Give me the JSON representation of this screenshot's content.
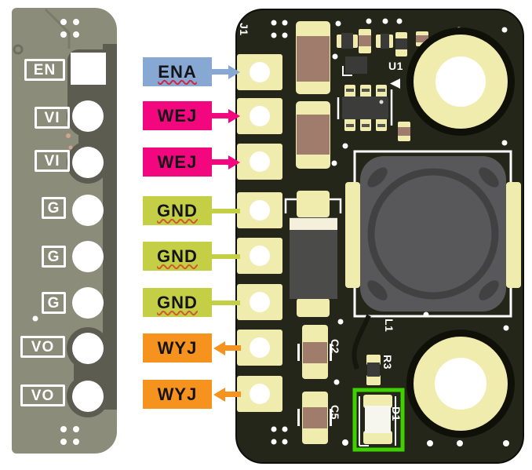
{
  "diagram": {
    "left_module": {
      "pins": [
        {
          "label": "EN",
          "pad": "square"
        },
        {
          "label": "VI",
          "pad": "round"
        },
        {
          "label": "VI",
          "pad": "round"
        },
        {
          "label": "G",
          "pad": "round"
        },
        {
          "label": "G",
          "pad": "round"
        },
        {
          "label": "G",
          "pad": "round"
        },
        {
          "label": "VO",
          "pad": "round"
        },
        {
          "label": "VO",
          "pad": "round"
        }
      ]
    },
    "annotations": [
      {
        "text": "ENA",
        "color": "#86a8d3",
        "connector": "arrow-right",
        "spell_underline": "red"
      },
      {
        "text": "WEJ",
        "color": "#f2077e",
        "connector": "arrow-right",
        "spell_underline": "none"
      },
      {
        "text": "WEJ",
        "color": "#f2077e",
        "connector": "arrow-right",
        "spell_underline": "none"
      },
      {
        "text": "GND",
        "color": "#c4cf46",
        "connector": "line",
        "spell_underline": "orange"
      },
      {
        "text": "GND",
        "color": "#c4cf46",
        "connector": "line",
        "spell_underline": "orange"
      },
      {
        "text": "GND",
        "color": "#c4cf46",
        "connector": "line",
        "spell_underline": "orange"
      },
      {
        "text": "WYJ",
        "color": "#f6921e",
        "connector": "arrow-left",
        "spell_underline": "none"
      },
      {
        "text": "WYJ",
        "color": "#f6921e",
        "connector": "arrow-left",
        "spell_underline": "none"
      }
    ],
    "pcb": {
      "designators": {
        "j1": "J1",
        "u1": "U1",
        "l1": "L1",
        "c2": "C2",
        "c5": "C5",
        "r3": "R3",
        "d1": "D1"
      },
      "highlight_color": "#3fd000"
    },
    "colors": {
      "background": "#ffffff",
      "left_board": "#8c8c7b",
      "left_board_dark": "#5c5c51",
      "right_board": "#24261a",
      "pad_cream": "#f0ecae",
      "capacitor_brown": "#a07c6d",
      "component_dark": "#3a3a38",
      "inductor_gray": "#58585a",
      "silkscreen": "#ffffff",
      "highlight_green": "#3fd000"
    }
  }
}
